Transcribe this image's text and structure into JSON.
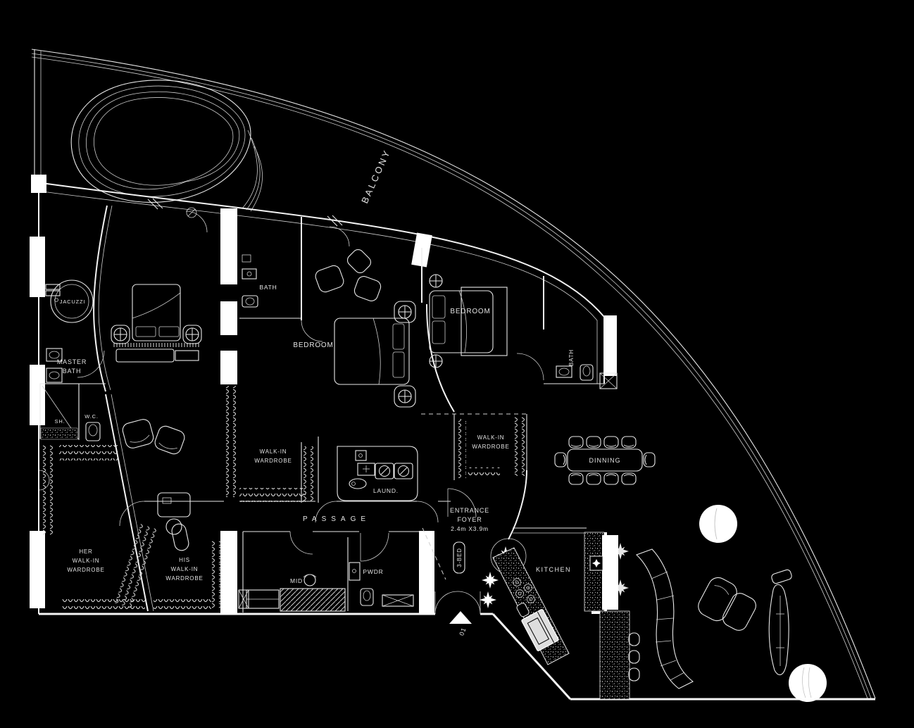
{
  "colors": {
    "bg": "#000000",
    "line": "#f2f2f2",
    "text": "#e2e2e2"
  },
  "r": {
    "balcony": "BALCONY",
    "jacuzzi": "JACUZZI",
    "master_bath": [
      "MASTER",
      "BATH"
    ],
    "sh": "SH.",
    "wc": "W.C.",
    "bath1": "BATH",
    "bedroom1": "BEDROOM",
    "walkin1": [
      "WALK-IN",
      "WARDROBE"
    ],
    "bedroom2": "BEDROOM",
    "bath2": "BATH",
    "walkin2": [
      "WALK-IN",
      "WARDROBE"
    ],
    "her": [
      "HER",
      "WALK-IN",
      "WARDROBE"
    ],
    "his": [
      "HIS",
      "WALK-IN",
      "WARDROBE"
    ],
    "mid": "MID",
    "pwdr": "PWDR",
    "laund": "LAUND.",
    "passage": "PASSAGE",
    "foyer": [
      "ENTRANCE",
      "FOYER",
      "2.4m X3.9m"
    ],
    "kitchen": "KITCHEN",
    "dining": "DINNING"
  },
  "m": {
    "unit": "3-BED",
    "door": "01"
  }
}
